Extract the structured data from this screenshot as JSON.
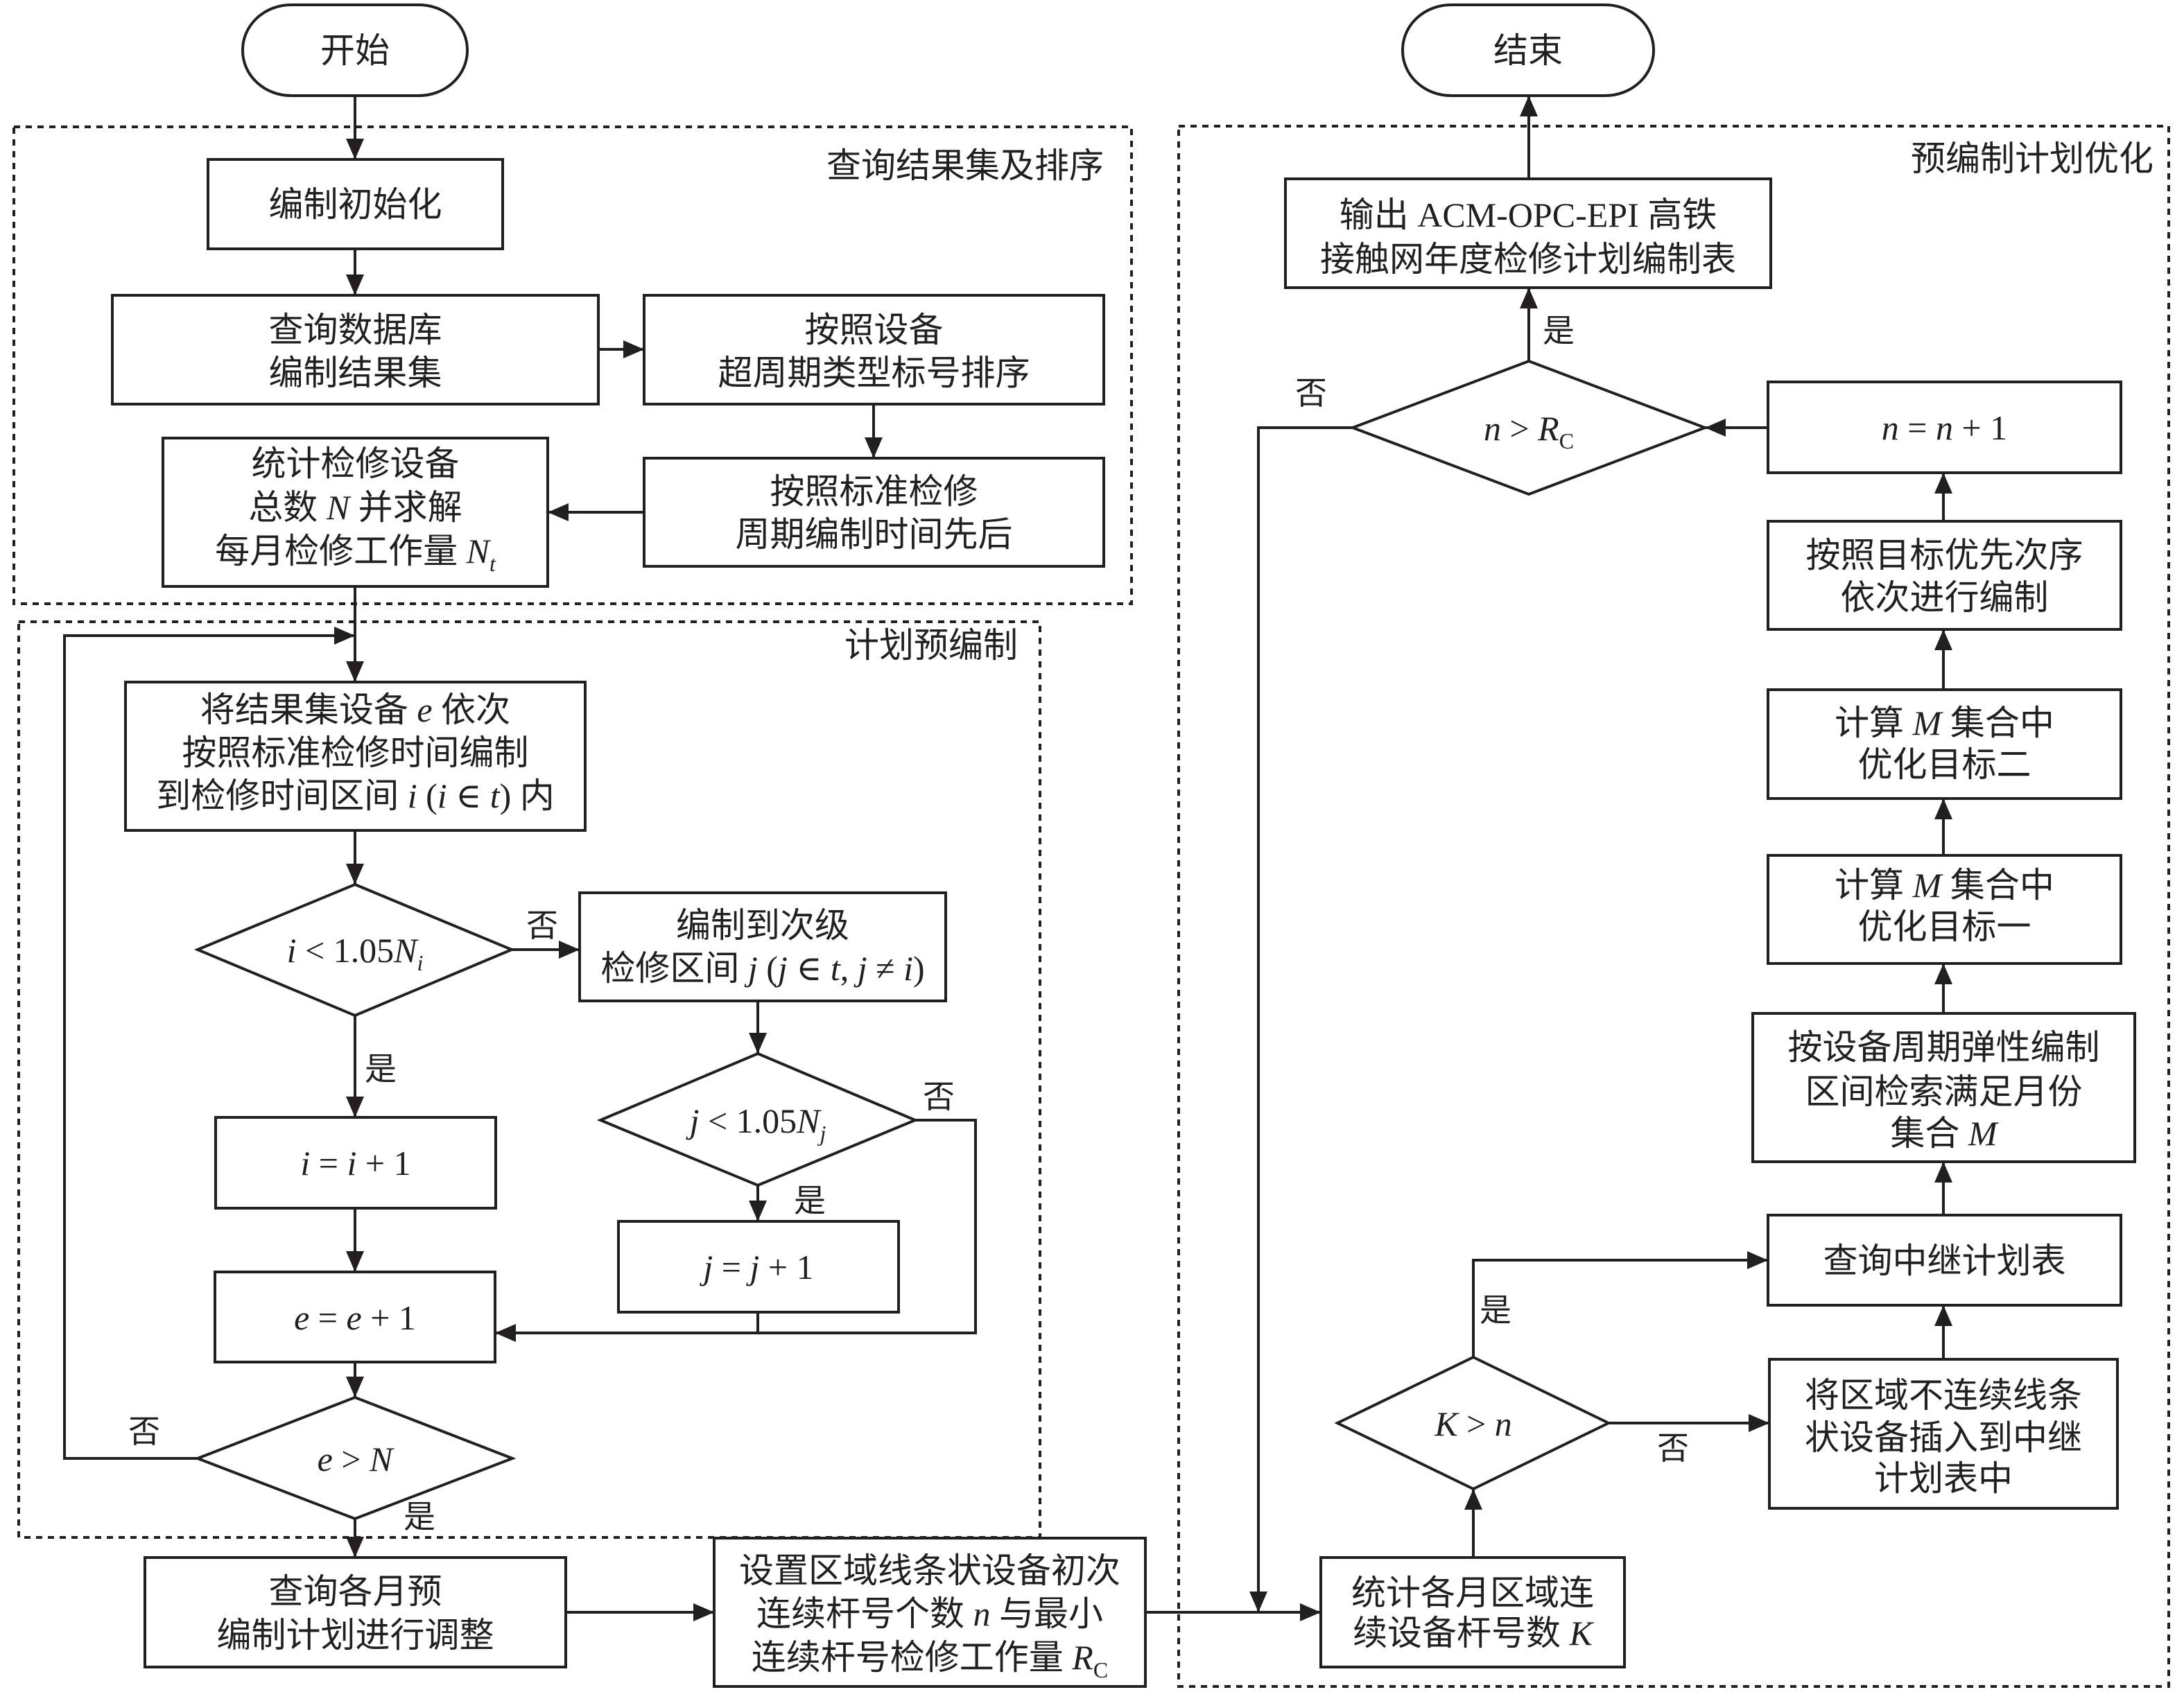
{
  "figure": {
    "type": "flowchart",
    "colors": {
      "stroke": "#231f20",
      "text": "#231f20",
      "background": "#ffffff"
    },
    "groups": {
      "query_sort": {
        "label": "查询结果集及排序"
      },
      "pre_compile": {
        "label": "计划预编制"
      },
      "optimize": {
        "label": "预编制计划优化"
      }
    },
    "terminals": {
      "start": {
        "label": "开始"
      },
      "end": {
        "label": "结束"
      }
    },
    "nodes": {
      "init": {
        "lines": [
          [
            "编制初始化"
          ]
        ]
      },
      "query_db": {
        "lines": [
          [
            "查询数据库"
          ],
          [
            "编制结果集"
          ]
        ]
      },
      "sort_type": {
        "lines": [
          [
            "按照设备"
          ],
          [
            "超周期类型标号排序"
          ]
        ]
      },
      "sort_time": {
        "lines": [
          [
            "按照标准检修"
          ],
          [
            "周期编制时间先后"
          ]
        ]
      },
      "stat_total": {
        "lines": [
          [
            "统计检修设备"
          ],
          [
            "总数 ",
            "N",
            " 并求解"
          ],
          [
            "每月检修工作量 ",
            "N",
            "t"
          ]
        ]
      },
      "assign_interval": {
        "lines": [
          [
            "将结果集设备 ",
            "e",
            " 依次"
          ],
          [
            "按照标准检修时间编制"
          ],
          [
            "到检修时间区间 ",
            "i",
            " (",
            "i",
            " ∈ ",
            "t",
            ") 内"
          ]
        ]
      },
      "check_i": {
        "lines": [
          [
            "i",
            " < 1.05",
            "N",
            "i"
          ]
        ]
      },
      "next_level": {
        "lines": [
          [
            "编制到次级"
          ],
          [
            "检修区间 ",
            "j",
            " (",
            "j",
            " ∈ ",
            "t",
            ", ",
            "j",
            " ≠ ",
            "i",
            ")"
          ]
        ]
      },
      "check_j": {
        "lines": [
          [
            "j",
            " < 1.05",
            "N",
            "j"
          ]
        ]
      },
      "inc_i": {
        "lines": [
          [
            "i",
            " = ",
            "i",
            " + 1"
          ]
        ]
      },
      "inc_j": {
        "lines": [
          [
            "j",
            " = ",
            "j",
            " + 1"
          ]
        ]
      },
      "inc_e": {
        "lines": [
          [
            "e",
            " = ",
            "e",
            " + 1"
          ]
        ]
      },
      "check_e": {
        "lines": [
          [
            "e",
            " > ",
            "N"
          ]
        ]
      },
      "adjust": {
        "lines": [
          [
            "查询各月预"
          ],
          [
            "编制计划进行调整"
          ]
        ]
      },
      "set_params": {
        "lines": [
          [
            "设置区域线条状设备初次"
          ],
          [
            "连续杆号个数 ",
            "n",
            " 与最小"
          ],
          [
            "连续杆号检修工作量 ",
            "R",
            "C"
          ]
        ]
      },
      "count_k": {
        "lines": [
          [
            "统计各月区域连"
          ],
          [
            "续设备杆号数 ",
            "K"
          ]
        ]
      },
      "check_k": {
        "lines": [
          [
            "K",
            " > ",
            "n"
          ]
        ]
      },
      "relay_query": {
        "lines": [
          [
            "查询中继计划表"
          ]
        ]
      },
      "insert_relay": {
        "lines": [
          [
            "将区域不连续线条"
          ],
          [
            "状设备插入到中继"
          ],
          [
            "计划表中"
          ]
        ]
      },
      "retrieve_m": {
        "lines": [
          [
            "按设备周期弹性编制"
          ],
          [
            "区间检索满足月份"
          ],
          [
            "集合 ",
            "M"
          ]
        ]
      },
      "obj1": {
        "lines": [
          [
            "计算 ",
            "M",
            " 集合中"
          ],
          [
            "优化目标一"
          ]
        ]
      },
      "obj2": {
        "lines": [
          [
            "计算 ",
            "M",
            " 集合中"
          ],
          [
            "优化目标二"
          ]
        ]
      },
      "priority": {
        "lines": [
          [
            "按照目标优先次序"
          ],
          [
            "依次进行编制"
          ]
        ]
      },
      "inc_n": {
        "lines": [
          [
            "n",
            " = ",
            "n",
            " + 1"
          ]
        ]
      },
      "check_n": {
        "lines": [
          [
            "n",
            " > ",
            "R",
            "C"
          ]
        ]
      },
      "output": {
        "lines": [
          [
            "输出 ACM-OPC-EPI 高铁"
          ],
          [
            "接触网年度检修计划编制表"
          ]
        ]
      }
    },
    "edge_labels": {
      "check_i_no": "否",
      "check_i_yes": "是",
      "check_j_no": "否",
      "check_j_yes": "是",
      "check_e_no": "否",
      "check_e_yes": "是",
      "check_n_no": "否",
      "check_n_yes": "是",
      "check_k_yes": "是",
      "check_k_no": "否"
    }
  }
}
